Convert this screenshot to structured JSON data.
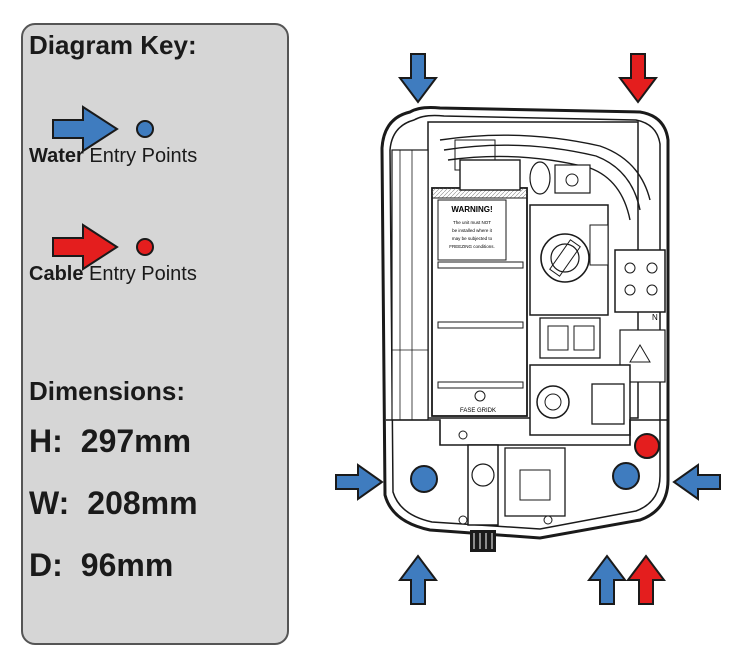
{
  "key": {
    "title": "Diagram Key:",
    "water_bold": "Water",
    "water_rest": "Entry Points",
    "cable_bold": "Cable",
    "cable_rest": "Entry Points",
    "water_color": "#3f7cbf",
    "cable_color": "#e41e1e"
  },
  "dimensions": {
    "title": "Dimensions:",
    "h_label": "H:",
    "h_value": "297mm",
    "w_label": "W:",
    "w_value": "208mm",
    "d_label": "D:",
    "d_value": "96mm"
  },
  "unit": {
    "warning_title": "WARNING!",
    "warning_line1": "The unit must NOT",
    "warning_line2": "be installed where it",
    "warning_line3": "may be subjected to",
    "warning_line4": "FREEZING conditions.",
    "grid_label": "FASE GRIDK",
    "neutral_label": "N",
    "icons": [
      "water-entry-arrow",
      "cable-entry-arrow",
      "water-entry-point",
      "cable-entry-point"
    ]
  }
}
